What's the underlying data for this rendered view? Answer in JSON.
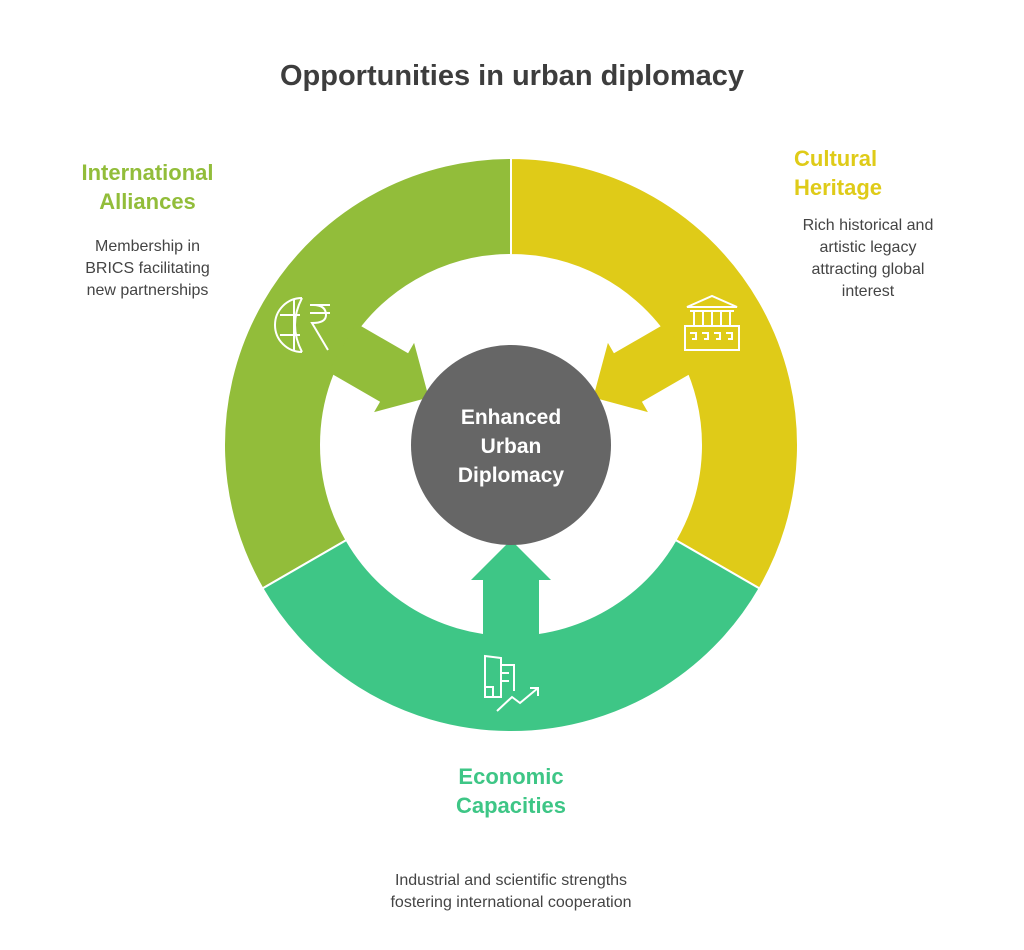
{
  "title": "Opportunities in urban diplomacy",
  "center": {
    "line1": "Enhanced",
    "line2": "Urban",
    "line3": "Diplomacy"
  },
  "segments": [
    {
      "title1": "International",
      "title2": "Alliances",
      "desc1": "Membership in",
      "desc2": "BRICS facilitating",
      "desc3": "new partnerships",
      "icon": "globe-rupee-icon",
      "color": "#92bd3a"
    },
    {
      "title1": "Cultural",
      "title2": "Heritage",
      "desc1": "Rich historical and",
      "desc2": "artistic legacy",
      "desc3": "attracting global",
      "desc4": "interest",
      "icon": "museum-icon",
      "color": "#dfcb18"
    },
    {
      "title1": "Economic",
      "title2": "Capacities",
      "desc1": "Industrial and scientific strengths",
      "desc2": "fostering international cooperation",
      "icon": "buildings-growth-icon",
      "color": "#3ec686"
    }
  ]
}
